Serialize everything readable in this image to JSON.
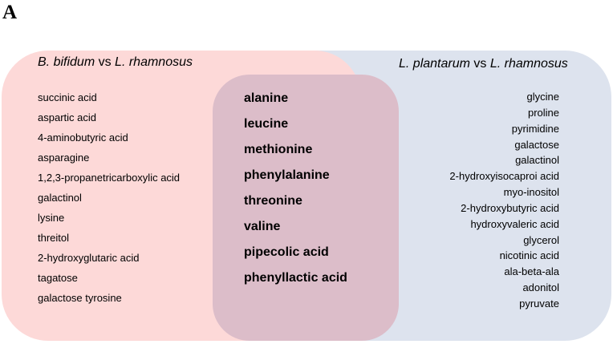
{
  "panel_label": "A",
  "colors": {
    "left_set": "#fdd9d8",
    "right_set": "#dde3ee",
    "overlap": "#dcbdc9"
  },
  "left_set": {
    "header": {
      "species_a": "B. bifidum",
      "vs": "vs",
      "species_b": "L. rhamnosus"
    },
    "items": [
      "succinic acid",
      "aspartic acid",
      "4-aminobutyric acid",
      "asparagine",
      "1,2,3-propanetricarboxylic acid",
      "galactinol",
      "lysine",
      "threitol",
      "2-hydroxyglutaric acid",
      "tagatose",
      "galactose tyrosine"
    ]
  },
  "overlap": {
    "items": [
      "alanine",
      "leucine",
      "methionine",
      "phenylalanine",
      "threonine",
      "valine",
      "pipecolic acid",
      "phenyllactic acid"
    ]
  },
  "right_set": {
    "header": {
      "species_a": "L. plantarum",
      "vs": "vs",
      "species_b": "L. rhamnosus"
    },
    "items": [
      "glycine",
      "proline",
      "pyrimidine",
      "galactose",
      "galactinol",
      "2-hydroxyisocaproi acid",
      "myo-inositol",
      "2-hydroxybutyric acid",
      "hydroxyvaleric acid",
      "glycerol",
      "nicotinic acid",
      "ala-beta-ala",
      "adonitol",
      "pyruvate"
    ]
  }
}
